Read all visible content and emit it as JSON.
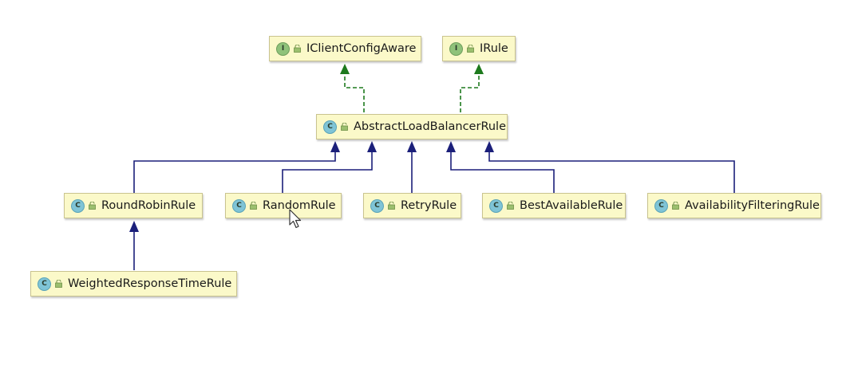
{
  "nodes": {
    "iclientconfigaware": {
      "label": "IClientConfigAware",
      "kind": "I"
    },
    "irule": {
      "label": "IRule",
      "kind": "I"
    },
    "abstract": {
      "label": "AbstractLoadBalancerRule",
      "kind": "C"
    },
    "roundrobin": {
      "label": "RoundRobinRule",
      "kind": "C"
    },
    "random": {
      "label": "RandomRule",
      "kind": "C"
    },
    "retry": {
      "label": "RetryRule",
      "kind": "C"
    },
    "bestavailable": {
      "label": "BestAvailableRule",
      "kind": "C"
    },
    "availabilityfiltering": {
      "label": "AvailabilityFilteringRule",
      "kind": "C"
    },
    "weighted": {
      "label": "WeightedResponseTimeRule",
      "kind": "C"
    }
  },
  "edges": [
    {
      "from": "abstract",
      "to": "iclientconfigaware",
      "type": "implements"
    },
    {
      "from": "abstract",
      "to": "irule",
      "type": "implements"
    },
    {
      "from": "roundrobin",
      "to": "abstract",
      "type": "extends"
    },
    {
      "from": "random",
      "to": "abstract",
      "type": "extends"
    },
    {
      "from": "retry",
      "to": "abstract",
      "type": "extends"
    },
    {
      "from": "bestavailable",
      "to": "abstract",
      "type": "extends"
    },
    {
      "from": "availabilityfiltering",
      "to": "abstract",
      "type": "extends"
    },
    {
      "from": "weighted",
      "to": "roundrobin",
      "type": "extends"
    }
  ],
  "colors": {
    "extends_edge": "#1b1f7a",
    "implements_edge": "#1d7a1d",
    "node_fill": "#fbf9c9",
    "interface_badge": "#8fc27a",
    "class_badge": "#7fc4d6"
  },
  "icons": {
    "interface_badge": "interface-icon",
    "class_badge": "class-icon",
    "visibility": "lock-icon",
    "cursor": "mouse-pointer-icon"
  }
}
